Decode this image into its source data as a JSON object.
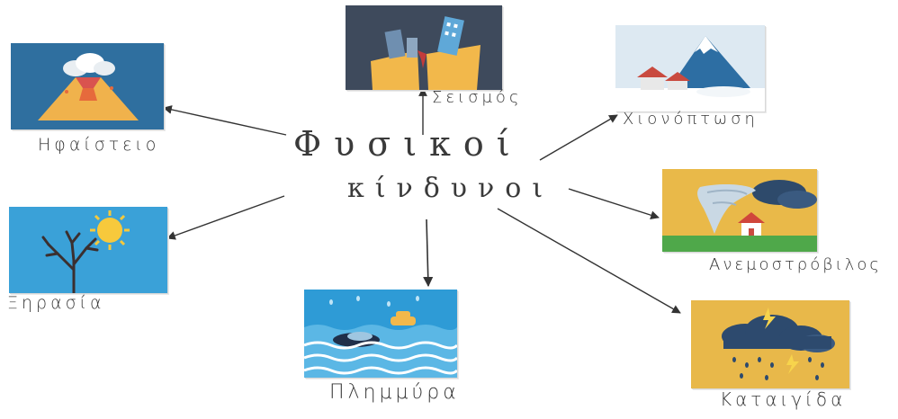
{
  "center": {
    "line1": "Φυσικοί",
    "line2": "κίνδυνοι"
  },
  "hazards": {
    "volcano": "Ηφαίστειο",
    "earthquake": "Σεισμός",
    "snowfall": "Χιονόπτωση",
    "tornado": "Ανεμοστρόβιλος",
    "storm": "Καταιγίδα",
    "flood": "Πλημμύρα",
    "drought": "Ξηρασία"
  },
  "colors": {
    "arrow": "#333333",
    "volcano_bg": "#2f6f9f",
    "earthquake_bg": "#3e4a5c",
    "snow_bg": "#dde9f2",
    "tornado_bg": "#e9b949",
    "storm_bg": "#e8b84a",
    "flood_bg": "#2e9bd6",
    "drought_bg": "#3aa1d8"
  }
}
